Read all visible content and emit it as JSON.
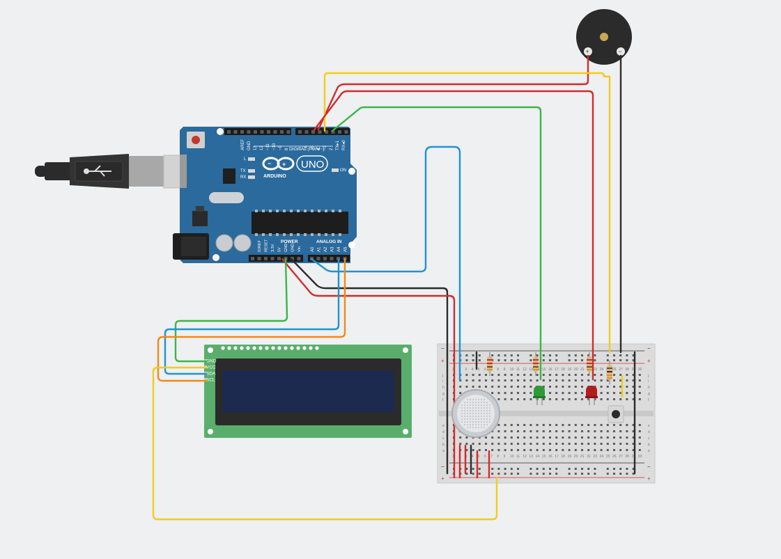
{
  "arduino": {
    "board_name": "UNO",
    "brand": "ARDUINO",
    "header_digital": "DIGITAL (PWM~)",
    "header_power": "POWER",
    "header_analog": "ANALOG IN",
    "top_pins": [
      "AREF",
      "GND",
      "13",
      "12",
      "~11",
      "~10",
      "~9",
      "8",
      "7",
      "~6",
      "~5",
      "4",
      "~3",
      "2",
      "TX▸1",
      "RX◂0"
    ],
    "power_pins": [
      "IOREF",
      "RESET",
      "3.3V",
      "5V",
      "GND",
      "GND",
      "Vin"
    ],
    "analog_pins": [
      "A0",
      "A1",
      "A2",
      "A3",
      "A4",
      "A5"
    ],
    "led_l": "L",
    "led_tx": "TX",
    "led_rx": "RX",
    "led_on": "ON"
  },
  "lcd": {
    "pins": [
      "GND",
      "VCC",
      "SDA",
      "SCL"
    ]
  },
  "buzzer": {
    "plus": "+",
    "minus": "−"
  },
  "breadboard": {
    "rail_plus": "+",
    "rail_minus": "−",
    "row_letters_top": [
      "j",
      "i",
      "h",
      "g",
      "f"
    ],
    "row_letters_bottom": [
      "e",
      "d",
      "c",
      "b",
      "a"
    ],
    "column_count": 30
  },
  "colors": {
    "board_blue": "#2b6a9c",
    "wire_red": "#d22b2b",
    "wire_black": "#2b2b2b",
    "wire_green": "#3bb54a",
    "wire_blue": "#1e94d2",
    "wire_yellow": "#f2cc1c",
    "wire_orange": "#ef8a1c",
    "pcb_green": "#5aae6c",
    "lcd_screen": "#1b2a4e"
  }
}
